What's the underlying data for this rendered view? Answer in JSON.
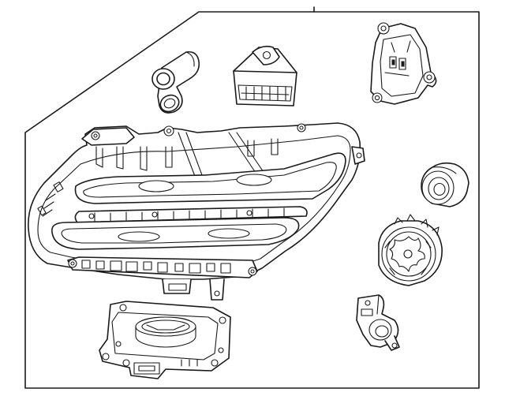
{
  "diagram": {
    "parts": [
      {
        "id": "headlamp-assembly",
        "icon": "headlamp-icon"
      },
      {
        "id": "elbow-connector",
        "icon": "elbow-connector-icon"
      },
      {
        "id": "socket-connector",
        "icon": "socket-connector-icon"
      },
      {
        "id": "led-driver-module",
        "icon": "led-module-icon"
      },
      {
        "id": "dust-cap",
        "icon": "cap-icon"
      },
      {
        "id": "bulb-socket",
        "icon": "socket-icon"
      },
      {
        "id": "leveling-motor",
        "icon": "motor-icon"
      },
      {
        "id": "ballast-control-module",
        "icon": "ballast-icon"
      }
    ],
    "stroke_color": "#1a1a1a",
    "background": "#ffffff"
  }
}
